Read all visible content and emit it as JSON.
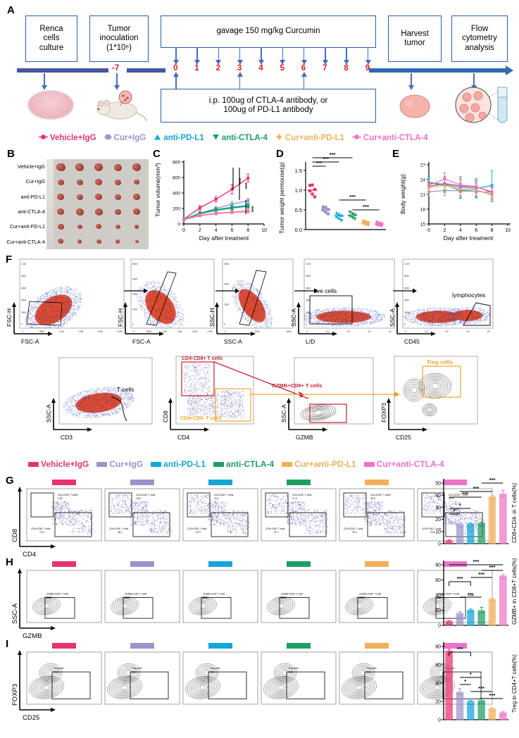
{
  "panels": {
    "A": "A",
    "B": "B",
    "C": "C",
    "D": "D",
    "E": "E",
    "F": "F",
    "G": "G",
    "H": "H",
    "I": "I"
  },
  "colors": {
    "vehicle": "#e8336e",
    "cur_igg": "#9b93c9",
    "anti_pdl1": "#14a5d8",
    "anti_ctla4": "#1f9e63",
    "cur_pdl1": "#f0b05a",
    "cur_ctla4": "#ee72c8",
    "timeline": "#4455a0",
    "box_border": "#2b5ea8",
    "day_number": "#e8191c",
    "gate_red": "#c1222e",
    "gate_yellow": "#e9a62b"
  },
  "panelA": {
    "boxes": [
      {
        "id": "renca",
        "lines": [
          "Renca",
          "cells",
          "culture"
        ]
      },
      {
        "id": "inoculation",
        "lines": [
          "Tumor",
          "inoculation",
          "(1*10⁶)"
        ]
      },
      {
        "id": "gavage",
        "lines": [
          "gavage 150 mg/kg Curcumin"
        ]
      },
      {
        "id": "harvest",
        "lines": [
          "Harvest",
          "tumor"
        ]
      },
      {
        "id": "flow",
        "lines": [
          "Flow",
          "cytometry",
          "analysis"
        ]
      },
      {
        "id": "ip",
        "lines": [
          "i.p. 100ug of CTLA-4 antibody, or",
          "100ug of PD-L1 antibody"
        ]
      }
    ],
    "day_minus7": "-7",
    "days": [
      "0",
      "1",
      "2",
      "3",
      "4",
      "5",
      "6",
      "7",
      "8",
      "9"
    ]
  },
  "legend": {
    "items": [
      {
        "label": "Vehicle+IgG",
        "color": "#e8336e",
        "glyph": "circle"
      },
      {
        "label": "Cur+IgG",
        "color": "#9b93c9",
        "glyph": "square"
      },
      {
        "label": "anti-PD-L1",
        "color": "#14a5d8",
        "glyph": "triangle-up"
      },
      {
        "label": "anti-CTLA-4",
        "color": "#1f9e63",
        "glyph": "triangle-down"
      },
      {
        "label": "Cur+anti-PD-L1",
        "color": "#f0b05a",
        "glyph": "diamond"
      },
      {
        "label": "Cur+anti-CTLA-4",
        "color": "#ee72c8",
        "glyph": "circle"
      }
    ]
  },
  "panelB": {
    "row_labels": [
      "Vehicle+IgG",
      "Cur+IgG",
      "anti-PD-L1",
      "anti-CTLA-4",
      "Cur+anti-PD-L1",
      "Cur+anti-CTLA-4"
    ]
  },
  "chart_data": [
    {
      "id": "C",
      "type": "line",
      "title": "",
      "xlabel": "Day after  treament",
      "ylabel": "Tumor volume(mm³)",
      "xticks": [
        "0",
        "2",
        "4",
        "6",
        "8",
        "10"
      ],
      "yticks": [
        "0",
        "200",
        "400",
        "600",
        "800"
      ],
      "xlim": [
        0,
        10
      ],
      "ylim": [
        0,
        800
      ],
      "x": [
        0,
        2,
        4,
        6,
        8
      ],
      "series": [
        {
          "name": "Vehicle+IgG",
          "color": "#e8336e",
          "values": [
            60,
            208,
            318,
            447,
            592
          ],
          "err": [
            12,
            28,
            35,
            60,
            52
          ]
        },
        {
          "name": "Cur+IgG",
          "color": "#9b93c9",
          "values": [
            58,
            140,
            200,
            255,
            300
          ],
          "err": [
            10,
            22,
            28,
            35,
            30
          ]
        },
        {
          "name": "anti-PD-L1",
          "color": "#14a5d8",
          "values": [
            58,
            135,
            185,
            215,
            240
          ],
          "err": [
            10,
            20,
            24,
            26,
            28
          ]
        },
        {
          "name": "anti-CTLA-4",
          "color": "#1f9e63",
          "values": [
            57,
            130,
            175,
            205,
            228
          ],
          "err": [
            10,
            18,
            22,
            24,
            26
          ]
        },
        {
          "name": "Cur+anti-PD-L1",
          "color": "#f0b05a",
          "values": [
            56,
            112,
            140,
            155,
            170
          ],
          "err": [
            8,
            14,
            16,
            18,
            18
          ]
        },
        {
          "name": "Cur+anti-CTLA-4",
          "color": "#ee72c8",
          "values": [
            55,
            105,
            132,
            148,
            160
          ],
          "err": [
            8,
            13,
            15,
            16,
            17
          ]
        }
      ],
      "sig_marks": [
        "***",
        "***",
        "***"
      ]
    },
    {
      "id": "D",
      "type": "scatter",
      "title": "",
      "ylabel": "Tumor weight permouse(g)",
      "yticks": [
        "0.0",
        "0.5",
        "1.0",
        "1.5"
      ],
      "ylim": [
        0.0,
        1.5
      ],
      "groups": [
        {
          "name": "Vehicle+IgG",
          "color": "#e8336e",
          "mean": 1.0,
          "points": [
            1.12,
            1.13,
            1.02,
            0.98,
            0.9,
            0.83
          ]
        },
        {
          "name": "Cur+IgG",
          "color": "#9b93c9",
          "mean": 0.5,
          "points": [
            0.57,
            0.56,
            0.51,
            0.49,
            0.44,
            0.4
          ]
        },
        {
          "name": "anti-PD-L1",
          "color": "#14a5d8",
          "mean": 0.35,
          "points": [
            0.42,
            0.39,
            0.36,
            0.33,
            0.29,
            0.25
          ]
        },
        {
          "name": "anti-CTLA-4",
          "color": "#1f9e63",
          "mean": 0.36,
          "points": [
            0.44,
            0.4,
            0.37,
            0.34,
            0.3,
            0.27
          ]
        },
        {
          "name": "Cur+anti-PD-L1",
          "color": "#f0b05a",
          "mean": 0.17,
          "points": [
            0.22,
            0.2,
            0.18,
            0.16,
            0.14,
            0.12
          ]
        },
        {
          "name": "Cur+anti-CTLA-4",
          "color": "#ee72c8",
          "mean": 0.14,
          "points": [
            0.19,
            0.17,
            0.15,
            0.13,
            0.11,
            0.1
          ]
        }
      ],
      "sig_marks": [
        "***",
        "***",
        "***",
        "***",
        "***"
      ]
    },
    {
      "id": "E",
      "type": "line",
      "title": "",
      "xlabel": "Day after  treament",
      "ylabel": "Body weight(g)",
      "xticks": [
        "0",
        "2",
        "4",
        "6",
        "8",
        "10"
      ],
      "yticks": [
        "15",
        "18",
        "21",
        "24",
        "27"
      ],
      "xlim": [
        0,
        10
      ],
      "ylim": [
        15,
        27
      ],
      "x": [
        0,
        2,
        4,
        6,
        8
      ],
      "series": [
        {
          "name": "Vehicle+IgG",
          "color": "#e8336e",
          "values": [
            22.6,
            23.2,
            22.7,
            22.5,
            21.5
          ],
          "err": [
            1.0,
            1.2,
            1.3,
            1.2,
            1.4
          ]
        },
        {
          "name": "Cur+IgG",
          "color": "#9b93c9",
          "values": [
            21.5,
            21.8,
            21.7,
            21.6,
            21.4
          ],
          "err": [
            0.9,
            1.0,
            1.0,
            1.0,
            1.0
          ]
        },
        {
          "name": "anti-PD-L1",
          "color": "#14a5d8",
          "values": [
            23.4,
            23.0,
            22.4,
            22.2,
            22.8
          ],
          "err": [
            1.2,
            1.6,
            2.2,
            2.0,
            3.0
          ]
        },
        {
          "name": "anti-CTLA-4",
          "color": "#1f9e63",
          "values": [
            23.3,
            22.9,
            21.8,
            21.9,
            20.9
          ],
          "err": [
            1.0,
            1.3,
            1.5,
            1.4,
            1.4
          ]
        },
        {
          "name": "Cur+anti-PD-L1",
          "color": "#f0b05a",
          "values": [
            22.4,
            22.8,
            22.0,
            21.9,
            21.0
          ],
          "err": [
            0.9,
            1.1,
            1.2,
            1.1,
            1.2
          ]
        },
        {
          "name": "Cur+anti-CTLA-4",
          "color": "#ee72c8",
          "values": [
            22.8,
            24.1,
            22.9,
            22.6,
            21.3
          ],
          "err": [
            1.1,
            1.3,
            1.4,
            1.3,
            1.3
          ]
        }
      ]
    },
    {
      "id": "G-bar",
      "type": "bar",
      "ylabel": "CD8+CD4- in T cells(%)",
      "categories": [
        "Vehicle+IgG",
        "Cur+IgG",
        "anti-PD-L1",
        "anti-CTLA-4",
        "Cur+anti-PD-L1",
        "Cur+anti-CTLA-4"
      ],
      "values": [
        2.5,
        15.8,
        16.3,
        17.0,
        38.7,
        41.0
      ],
      "err": [
        0.6,
        0.7,
        0.6,
        0.8,
        1.2,
        3.0
      ],
      "yticks": [
        "0",
        "10",
        "20",
        "30",
        "40",
        "50"
      ],
      "ylim": [
        0,
        50
      ],
      "colors": [
        "#e8336e",
        "#9b93c9",
        "#14a5d8",
        "#1f9e63",
        "#f0b05a",
        "#ee72c8"
      ],
      "sig_marks": [
        "*",
        "*",
        "***",
        "***",
        "***"
      ]
    },
    {
      "id": "H-bar",
      "type": "bar",
      "ylabel": "GZMB+ in CD8+T cells(%)",
      "categories": [
        "Vehicle+IgG",
        "Cur+IgG",
        "anti-PD-L1",
        "anti-CTLA-4",
        "Cur+anti-PD-L1",
        "Cur+anti-CTLA-4"
      ],
      "values": [
        5.3,
        16.0,
        20.0,
        19.4,
        34.5,
        65.0
      ],
      "err": [
        1.0,
        2.2,
        1.5,
        4.5,
        1.5,
        1.5
      ],
      "yticks": [
        "0",
        "20",
        "40",
        "60",
        "80"
      ],
      "ylim": [
        0,
        80
      ],
      "colors": [
        "#e8336e",
        "#9b93c9",
        "#14a5d8",
        "#1f9e63",
        "#f0b05a",
        "#ee72c8"
      ],
      "sig_marks": [
        "***",
        "ns",
        "***",
        "***",
        "***"
      ]
    },
    {
      "id": "I-bar",
      "type": "bar",
      "ylabel": "Treg in CD4+T cells(%)",
      "categories": [
        "Vehicle+IgG",
        "Cur+IgG",
        "anti-PD-L1",
        "anti-CTLA-4",
        "Cur+anti-PD-L1",
        "Cur+anti-CTLA-4"
      ],
      "values": [
        75.0,
        30.0,
        20.0,
        21.0,
        12.0,
        7.7
      ],
      "err": [
        2.0,
        4.0,
        1.0,
        2.5,
        1.0,
        1.0
      ],
      "yticks": [
        "0",
        "20",
        "40",
        "60",
        "80"
      ],
      "ylim": [
        0,
        80
      ],
      "colors": [
        "#e8336e",
        "#9b93c9",
        "#14a5d8",
        "#1f9e63",
        "#f0b05a",
        "#ee72c8"
      ],
      "sig_marks": [
        "***",
        "*",
        "*",
        "***",
        "***"
      ]
    }
  ],
  "panelF": {
    "row1": [
      {
        "xlabel": "FSC-A",
        "ylabel": "FSC-H",
        "gate": "",
        "xticks": [
          "0",
          "500K",
          "1.0M",
          "1.5M",
          "2.0M",
          "2.5M"
        ],
        "yticks": [
          "0",
          "200K",
          "400K",
          "600K",
          "800K",
          "1.0M"
        ]
      },
      {
        "xlabel": "FSC-A",
        "ylabel": "FSC-H",
        "gate": "",
        "xticks": [
          "0",
          "500K",
          "1.0M",
          "1.5M",
          "2.0M",
          "2.5M"
        ],
        "yticks": [
          "0",
          "200K",
          "400K",
          "600K",
          "800K"
        ]
      },
      {
        "xlabel": "SSC-A",
        "ylabel": "SSC-H",
        "gate": "",
        "xticks": [
          "0",
          "200K",
          "400K"
        ],
        "yticks": [
          "0",
          "100K",
          "200K",
          "300K"
        ]
      },
      {
        "xlabel": "L/D",
        "ylabel": "SSC-A",
        "gate": "live cells",
        "xticks": [
          "0",
          "10⁴",
          "10⁵",
          "10⁶",
          "10⁷"
        ],
        "yticks": [
          "0",
          "200K",
          "400K",
          "600K",
          "800K",
          "1.0M"
        ]
      },
      {
        "xlabel": "CD45",
        "ylabel": "SSC-A",
        "gate": "lymphocytes",
        "xticks": [
          "0",
          "10⁴",
          "10⁵",
          "10⁶",
          "10⁷"
        ],
        "yticks": [
          "0",
          "200K",
          "400K",
          "600K",
          "800K",
          "1.0M"
        ]
      }
    ],
    "row2": [
      {
        "xlabel": "CD3",
        "ylabel": "SSC-A",
        "gate": "T cells"
      },
      {
        "xlabel": "CD4",
        "ylabel": "CD8",
        "gate_top": "CD4-CD8+ T cells",
        "gate_bottom": "CD4+CD8- T cells"
      },
      {
        "xlabel": "GZMB",
        "ylabel": "SSC-A",
        "gate": "GZMB+CD8+ T cells"
      },
      {
        "xlabel": "CD25",
        "ylabel": "FOXP3",
        "gate": "Treg cells"
      }
    ]
  },
  "panelG": {
    "xlabel": "CD4",
    "ylabel": "CD8",
    "plots": [
      {
        "group": "Vehicle+IgG",
        "color": "#e8336e",
        "top_label": "CD4-CD8+ T cellsT",
        "top_value": "2.50",
        "bot_label": "CD4+CD8- T cells",
        "bot_value": "73.2"
      },
      {
        "group": "Cur+IgG",
        "color": "#9b93c9",
        "top_label": "CD4-CD8+ T cells",
        "top_value": "15.8",
        "bot_label": "CD4+CD8- T cells",
        "bot_value": "38.1"
      },
      {
        "group": "anti-PD-L1",
        "color": "#14a5d8",
        "top_label": "CD4-CD8+ T cells",
        "top_value": "16.2",
        "bot_label": "CD4+CD8- T cells",
        "bot_value": "47.9"
      },
      {
        "group": "anti-CTLA-4",
        "color": "#1f9e63",
        "top_label": "CD4-CD8+ T cells",
        "top_value": "17.0",
        "bot_label": "CD4+CD8- T cells",
        "bot_value": "37.7"
      },
      {
        "group": "Cur+anti-PD-L1",
        "color": "#f0b05a",
        "top_label": "CD4-CD8+ T cellsT",
        "top_value": "38.5",
        "bot_label": "CD4+CD8- T cells",
        "bot_value": "22.1"
      },
      {
        "group": "Cur+anti-CTLA-4",
        "color": "#ee72c8",
        "top_label": "CD4-CD8+ T cells",
        "top_value": "40.9",
        "bot_label": "CD4+CD8- T cells",
        "bot_value": "20.8"
      }
    ]
  },
  "panelH": {
    "xlabel": "GZMB",
    "ylabel": "SSC-A",
    "plots": [
      {
        "group": "Vehicle+IgG",
        "color": "#e8336e",
        "gate_label": "GZMB+CD8+ T cells",
        "value": "3.34"
      },
      {
        "group": "Cur+IgG",
        "color": "#9b93c9",
        "gate_label": "GZMB+CD8+ T cells",
        "value": "19.1"
      },
      {
        "group": "anti-PD-L1",
        "color": "#14a5d8",
        "gate_label": "GZMB+CD8+ T cells",
        "value": "20.0"
      },
      {
        "group": "anti-CTLA-4",
        "color": "#1f9e63",
        "gate_label": "GZMB+CD8+ T cells",
        "value": "20.0"
      },
      {
        "group": "Cur+anti-PD-L1",
        "color": "#f0b05a",
        "gate_label": "GZMB+CD8+ T cells",
        "value": "34.9"
      },
      {
        "group": "Cur+anti-CTLA-4",
        "color": "#ee72c8",
        "gate_label": "GZMB+CD8+ T cells",
        "value": "66.5"
      }
    ]
  },
  "panelI": {
    "xlabel": "CD25",
    "ylabel": "FOXP3",
    "plots": [
      {
        "group": "Vehicle+IgG",
        "color": "#e8336e",
        "gate_label": "Treg cells",
        "value": "76.5"
      },
      {
        "group": "Cur+IgG",
        "color": "#9b93c9",
        "gate_label": "Treg cells",
        "value": "20.0"
      },
      {
        "group": "anti-PD-L1",
        "color": "#14a5d8",
        "gate_label": "Treg cells",
        "value": "20.0"
      },
      {
        "group": "anti-CTLA-4",
        "color": "#1f9e63",
        "gate_label": "Treg cells",
        "value": "18.5"
      },
      {
        "group": "Cur+anti-PD-L1",
        "color": "#f0b05a",
        "gate_label": "Treg cells",
        "value": "10.1"
      },
      {
        "group": "Cur+anti-CTLA-4",
        "color": "#ee72c8",
        "gate_label": "Treg cells",
        "value": "7.70"
      }
    ]
  }
}
